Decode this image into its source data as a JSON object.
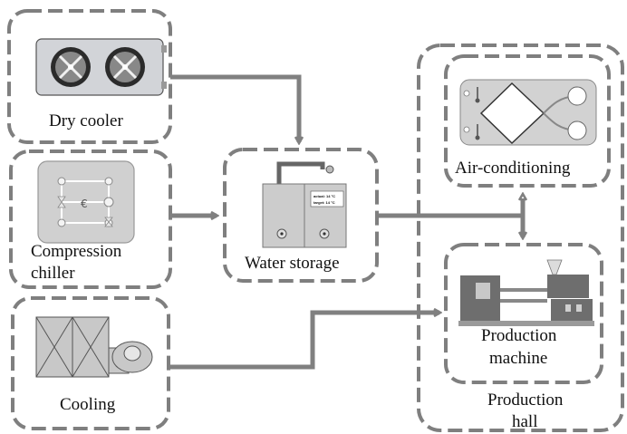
{
  "labels": {
    "dry_cooler": "Dry cooler",
    "compression_chiller_line1": "Compression",
    "compression_chiller_line2": "chiller",
    "cooling": "Cooling",
    "water_storage": "Water storage",
    "air_conditioning": "Air-conditioning",
    "production_machine_line1": "Production",
    "production_machine_line2": "machine",
    "production_hall_line1": "Production",
    "production_hall_line2": "hall"
  },
  "water_storage_display": {
    "line1": "actual: 14 °C",
    "line2": "target: 14 °C"
  },
  "colors": {
    "dash_border": "#7f7f7f",
    "arrow": "#808080",
    "equipment_fill": "#d0d0d0",
    "machine_fill": "#6e6e6e"
  }
}
